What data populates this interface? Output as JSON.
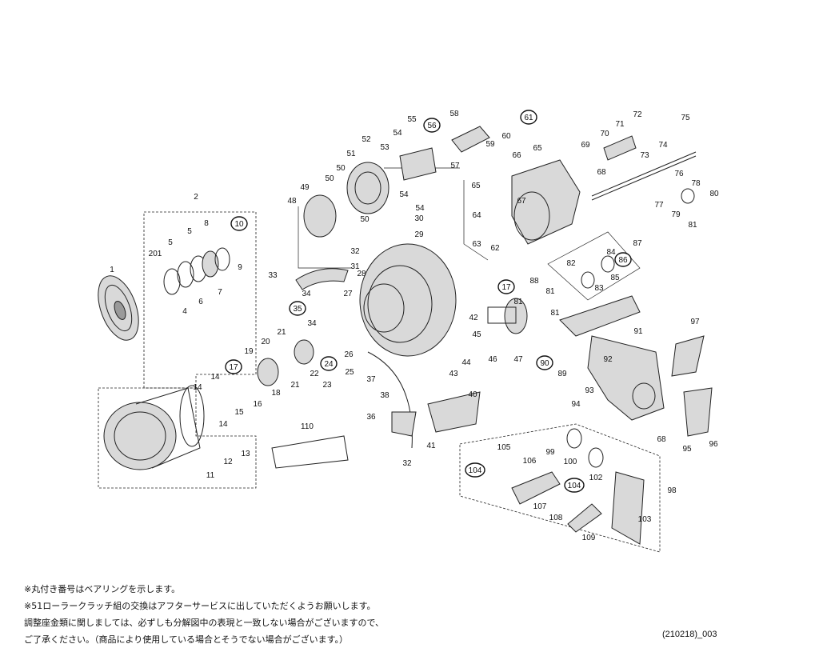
{
  "parts": [
    {
      "label": "1"
    },
    {
      "label": "2"
    },
    {
      "label": "4"
    },
    {
      "label": "5"
    },
    {
      "label": "5"
    },
    {
      "label": "6"
    },
    {
      "label": "7"
    },
    {
      "label": "8"
    },
    {
      "label": "9"
    },
    {
      "label": "10",
      "bearing": true
    },
    {
      "label": "201"
    },
    {
      "label": "11"
    },
    {
      "label": "12"
    },
    {
      "label": "13"
    },
    {
      "label": "14"
    },
    {
      "label": "14"
    },
    {
      "label": "14"
    },
    {
      "label": "15"
    },
    {
      "label": "16"
    },
    {
      "label": "17",
      "bearing": true
    },
    {
      "label": "18"
    },
    {
      "label": "19"
    },
    {
      "label": "20"
    },
    {
      "label": "21"
    },
    {
      "label": "21"
    },
    {
      "label": "22"
    },
    {
      "label": "23"
    },
    {
      "label": "24",
      "bearing": true
    },
    {
      "label": "25"
    },
    {
      "label": "26"
    },
    {
      "label": "27"
    },
    {
      "label": "28"
    },
    {
      "label": "29"
    },
    {
      "label": "30"
    },
    {
      "label": "31"
    },
    {
      "label": "32"
    },
    {
      "label": "32"
    },
    {
      "label": "33"
    },
    {
      "label": "34"
    },
    {
      "label": "34"
    },
    {
      "label": "35",
      "bearing": true
    },
    {
      "label": "36"
    },
    {
      "label": "37"
    },
    {
      "label": "38"
    },
    {
      "label": "40"
    },
    {
      "label": "41"
    },
    {
      "label": "42"
    },
    {
      "label": "43"
    },
    {
      "label": "44"
    },
    {
      "label": "45"
    },
    {
      "label": "46"
    },
    {
      "label": "47"
    },
    {
      "label": "48"
    },
    {
      "label": "49"
    },
    {
      "label": "50"
    },
    {
      "label": "50"
    },
    {
      "label": "50"
    },
    {
      "label": "51"
    },
    {
      "label": "52"
    },
    {
      "label": "53"
    },
    {
      "label": "54"
    },
    {
      "label": "54"
    },
    {
      "label": "54"
    },
    {
      "label": "55"
    },
    {
      "label": "56",
      "bearing": true
    },
    {
      "label": "57"
    },
    {
      "label": "58"
    },
    {
      "label": "59"
    },
    {
      "label": "60"
    },
    {
      "label": "61",
      "bearing": true
    },
    {
      "label": "62"
    },
    {
      "label": "63"
    },
    {
      "label": "64"
    },
    {
      "label": "65"
    },
    {
      "label": "65"
    },
    {
      "label": "66"
    },
    {
      "label": "67"
    },
    {
      "label": "68"
    },
    {
      "label": "68"
    },
    {
      "label": "69"
    },
    {
      "label": "70"
    },
    {
      "label": "71"
    },
    {
      "label": "72"
    },
    {
      "label": "73"
    },
    {
      "label": "74"
    },
    {
      "label": "75"
    },
    {
      "label": "76"
    },
    {
      "label": "77"
    },
    {
      "label": "78"
    },
    {
      "label": "79"
    },
    {
      "label": "80"
    },
    {
      "label": "81"
    },
    {
      "label": "81"
    },
    {
      "label": "81"
    },
    {
      "label": "81"
    },
    {
      "label": "82"
    },
    {
      "label": "83"
    },
    {
      "label": "84"
    },
    {
      "label": "85"
    },
    {
      "label": "86",
      "bearing": true
    },
    {
      "label": "87"
    },
    {
      "label": "88"
    },
    {
      "label": "89"
    },
    {
      "label": "90",
      "bearing": true
    },
    {
      "label": "91"
    },
    {
      "label": "92"
    },
    {
      "label": "93"
    },
    {
      "label": "94"
    },
    {
      "label": "95"
    },
    {
      "label": "96"
    },
    {
      "label": "97"
    },
    {
      "label": "98"
    },
    {
      "label": "99"
    },
    {
      "label": "100"
    },
    {
      "label": "102"
    },
    {
      "label": "103"
    },
    {
      "label": "104",
      "bearing": true
    },
    {
      "label": "104",
      "bearing": true
    },
    {
      "label": "105"
    },
    {
      "label": "106"
    },
    {
      "label": "107"
    },
    {
      "label": "108"
    },
    {
      "label": "109"
    },
    {
      "label": "110"
    },
    {
      "label": "17",
      "bearing": true
    }
  ],
  "notes": [
    "※丸付き番号はベアリングを示します。",
    "※51ローラークラッチ組の交換はアフターサービスに出していただくようお願いします。",
    "調整座金類に関しましては、必ずしも分解図中の表現と一致しない場合がございますので、",
    "ご了承ください。（商品により使用している場合とそうでない場合がございます。）"
  ],
  "diagram_code": "(210218)_003"
}
